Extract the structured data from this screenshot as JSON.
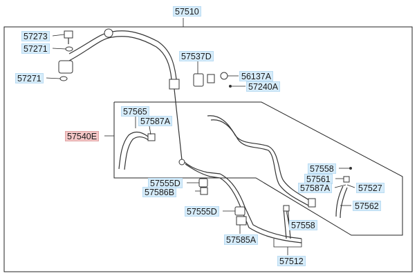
{
  "labels": {
    "p57510": "57510",
    "p57273": "57273",
    "p57271a": "57271",
    "p57271b": "57271",
    "p57537D": "57537D",
    "p56137A": "56137A",
    "p57240A": "57240A",
    "p57565": "57565",
    "p57587A_left": "57587A",
    "p57540E": "57540E",
    "p57555D_a": "57555D",
    "p57586B": "57586B",
    "p57555D_b": "57555D",
    "p57585A": "57585A",
    "p57558_a": "57558",
    "p57561": "57561",
    "p57587A_right": "57587A",
    "p57527": "57527",
    "p57562": "57562",
    "p57558_b": "57558",
    "p57512": "57512"
  },
  "colors": {
    "label_bg": "#d6ecfa",
    "highlight_bg": "#f4c6c6",
    "line": "#222222"
  }
}
